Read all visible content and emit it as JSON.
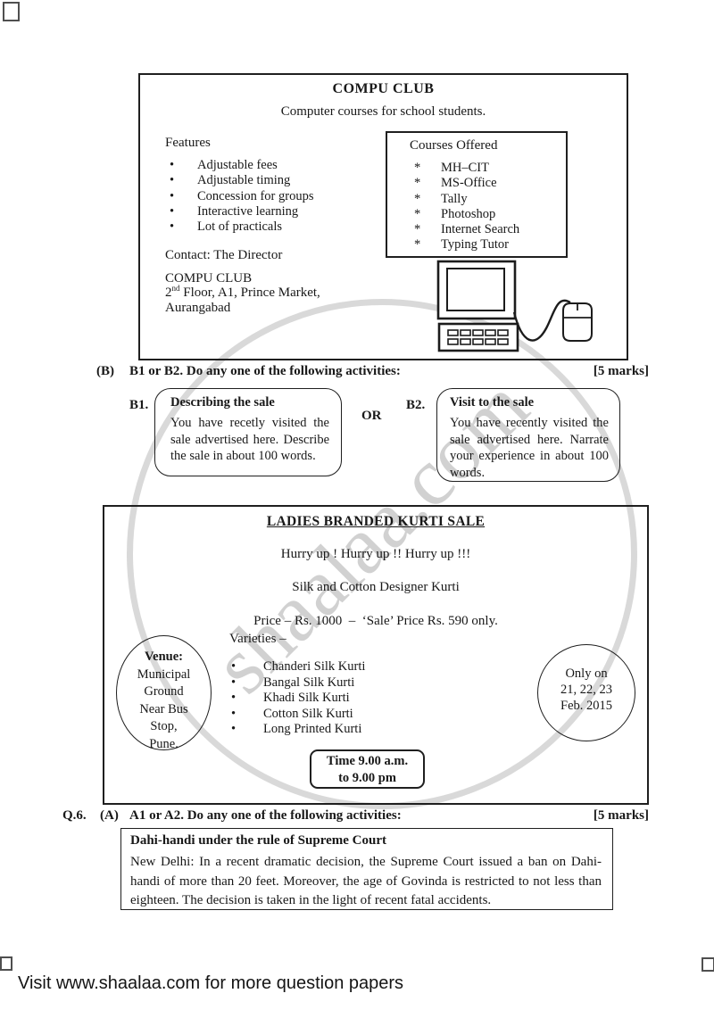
{
  "page": {
    "footer": "Visit www.shaalaa.com for more question papers",
    "watermark": "shaalaa.com"
  },
  "compu_ad": {
    "title": "COMPU CLUB",
    "subtitle": "Computer courses for school students.",
    "features": {
      "heading": "Features",
      "marker": "•",
      "items": [
        "Adjustable fees",
        "Adjustable timing",
        "Concession for groups",
        "Interactive learning",
        "Lot of practicals"
      ]
    },
    "courses": {
      "heading": "Courses Offered",
      "marker": "*",
      "items": [
        "MH–CIT",
        "MS-Office",
        "Tally",
        "Photoshop",
        "Internet Search",
        "Typing Tutor"
      ]
    },
    "contact": "Contact: The Director",
    "org": "COMPU CLUB",
    "address_num": "2",
    "address_sup": "nd",
    "address_rest": " Floor, A1, Prince Market,",
    "address_city": "Aurangabad"
  },
  "section_b": {
    "label": "(B)",
    "heading": "B1 or B2. Do any one of the following activities:",
    "marks": "[5 marks]",
    "or": "OR",
    "b1": {
      "label": "B1.",
      "title": "Describing the sale",
      "text": "You have recetly visited the sale advertised here. Describe the sale in about 100 words."
    },
    "b2": {
      "label": "B2.",
      "title": "Visit to the sale",
      "text": "You have recently visited the sale advertised here. Narrate your experience in about 100 words."
    }
  },
  "kurti_ad": {
    "title": "LADIES BRANDED KURTI SALE",
    "hurry_line": "Hurry up ! Hurry up !! Hurry up !!!",
    "product_line": "Silk and Cotton Designer Kurti",
    "price_line": "Price – Rs. 1000  –  ‘Sale’ Price Rs. 590 only.",
    "varieties_heading": "Varieties –",
    "varieties_marker": "•",
    "varieties": [
      "Chanderi Silk Kurti",
      "Bangal Silk Kurti",
      "Khadi Silk Kurti",
      "Cotton Silk Kurti",
      "Long Printed Kurti"
    ],
    "venue": {
      "heading": "Venue:",
      "lines": [
        "Municipal",
        "Ground",
        "Near Bus",
        "Stop,",
        "Pune."
      ]
    },
    "dates": {
      "lines": [
        "Only on",
        "21, 22, 23",
        "Feb. 2015"
      ]
    },
    "time": {
      "lines": [
        "Time 9.00 a.m.",
        "to 9.00 pm"
      ]
    }
  },
  "section_a": {
    "qlabel": "Q.6.",
    "label": "(A)",
    "heading": "A1 or A2. Do any one of the following activities:",
    "marks": "[5 marks]",
    "news": {
      "title": "Dahi-handi under the rule of Supreme Court",
      "body": "New Delhi: In a recent dramatic decision, the Supreme Court issued a ban on Dahi-handi of more than 20 feet. Moreover, the age of Govinda is restricted to not less than eighteen. The decision is taken in the light of recent fatal accidents."
    }
  }
}
